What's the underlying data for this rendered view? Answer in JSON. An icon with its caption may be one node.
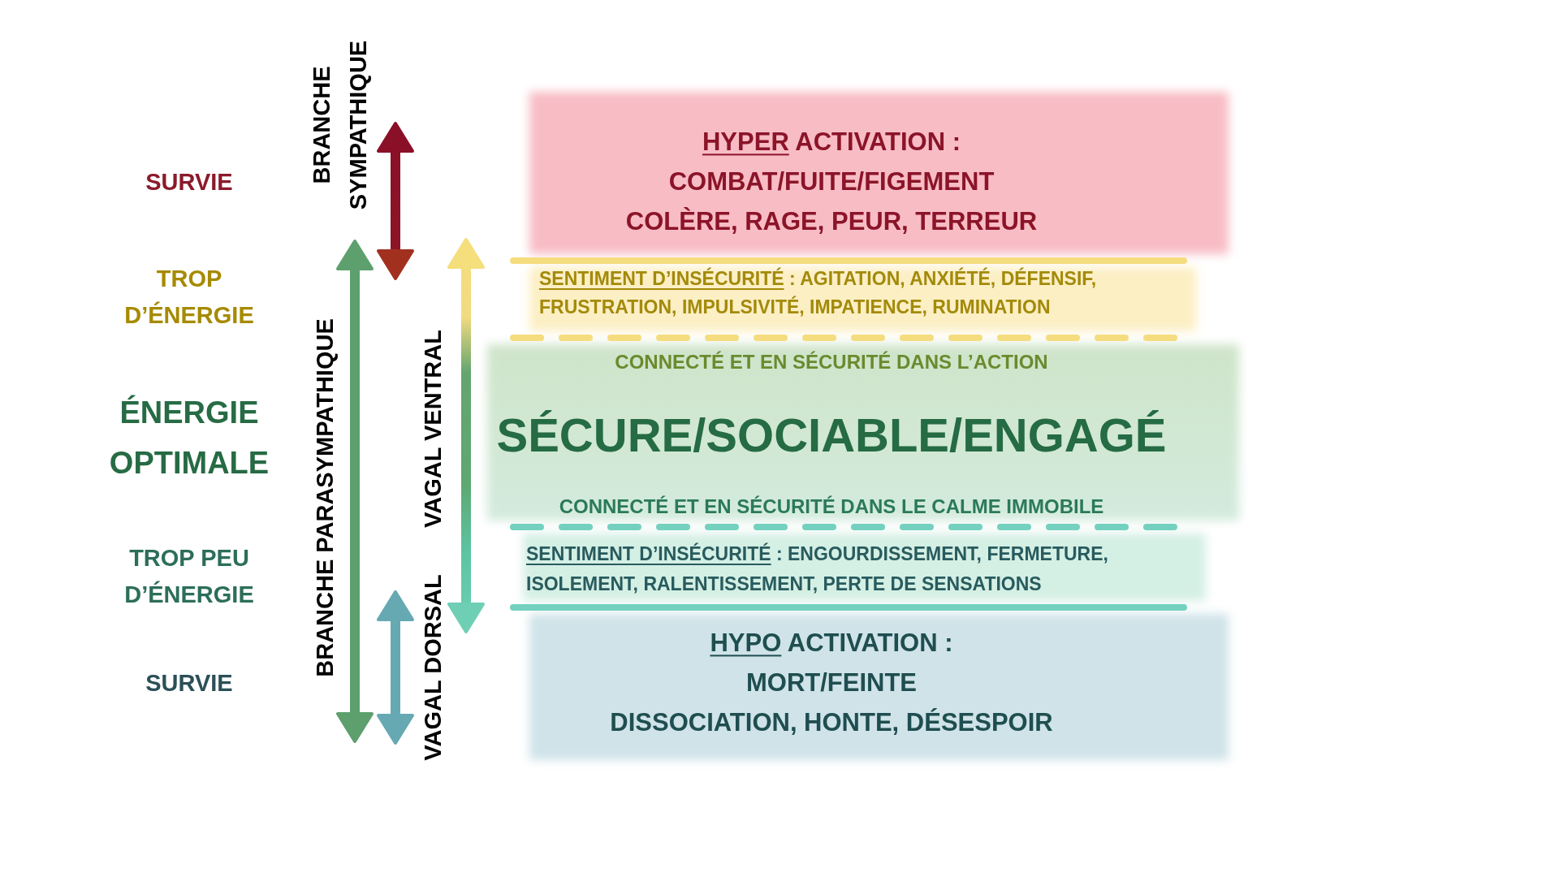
{
  "diagram": {
    "nodes": [
      {
        "text": [
          "*HYPER* ACTIVATION :",
          "COMBAT/FUITE/FIGEMENT",
          "COLÈRE, RAGE, PEUR, TERREUR"
        ]
      },
      {
        "text": [
          "*SENTIMENT D’INSÉCURITÉ* : AGITATION, ANXIÉTÉ, DÉFENSIF, FRUSTRATION, IMPULSIVITÉ, IMPATIENCE, RUMINATION"
        ]
      },
      {
        "text": [
          "CONNECTÉ ET EN SÉCURITÉ DANS L’ACTION",
          "SÉCURE/SOCIABLE/ENGAGÉ",
          "CONNECTÉ ET EN SÉCURITÉ DANS LE CALME IMMOBILE"
        ]
      },
      {
        "text": [
          "*SENTIMENT D’INSÉCURITÉ* : ENGOURDISSEMENT, FERMETURE, ISOLEMENT, RALENTISSEMENT, PERTE DE SENSATIONS"
        ]
      },
      {
        "text": [
          "*HYPO* ACTIVATION :",
          "MORT/FEINTE",
          "DISSOCIATION, HONTE, DÉSESPOIR"
        ]
      }
    ],
    "labels": [
      "SURVIE",
      "TROP D’ÉNERGIE",
      "ÉNERGIE OPTIMALE",
      "TROP PEU D’ÉNERGIE",
      "SURVIE",
      "BRANCHE SYMPATHIQUE",
      "BRANCHE PARASYMPATHIQUE",
      "VAGAL VENTRAL",
      "VAGAL DORSAL"
    ]
  }
}
